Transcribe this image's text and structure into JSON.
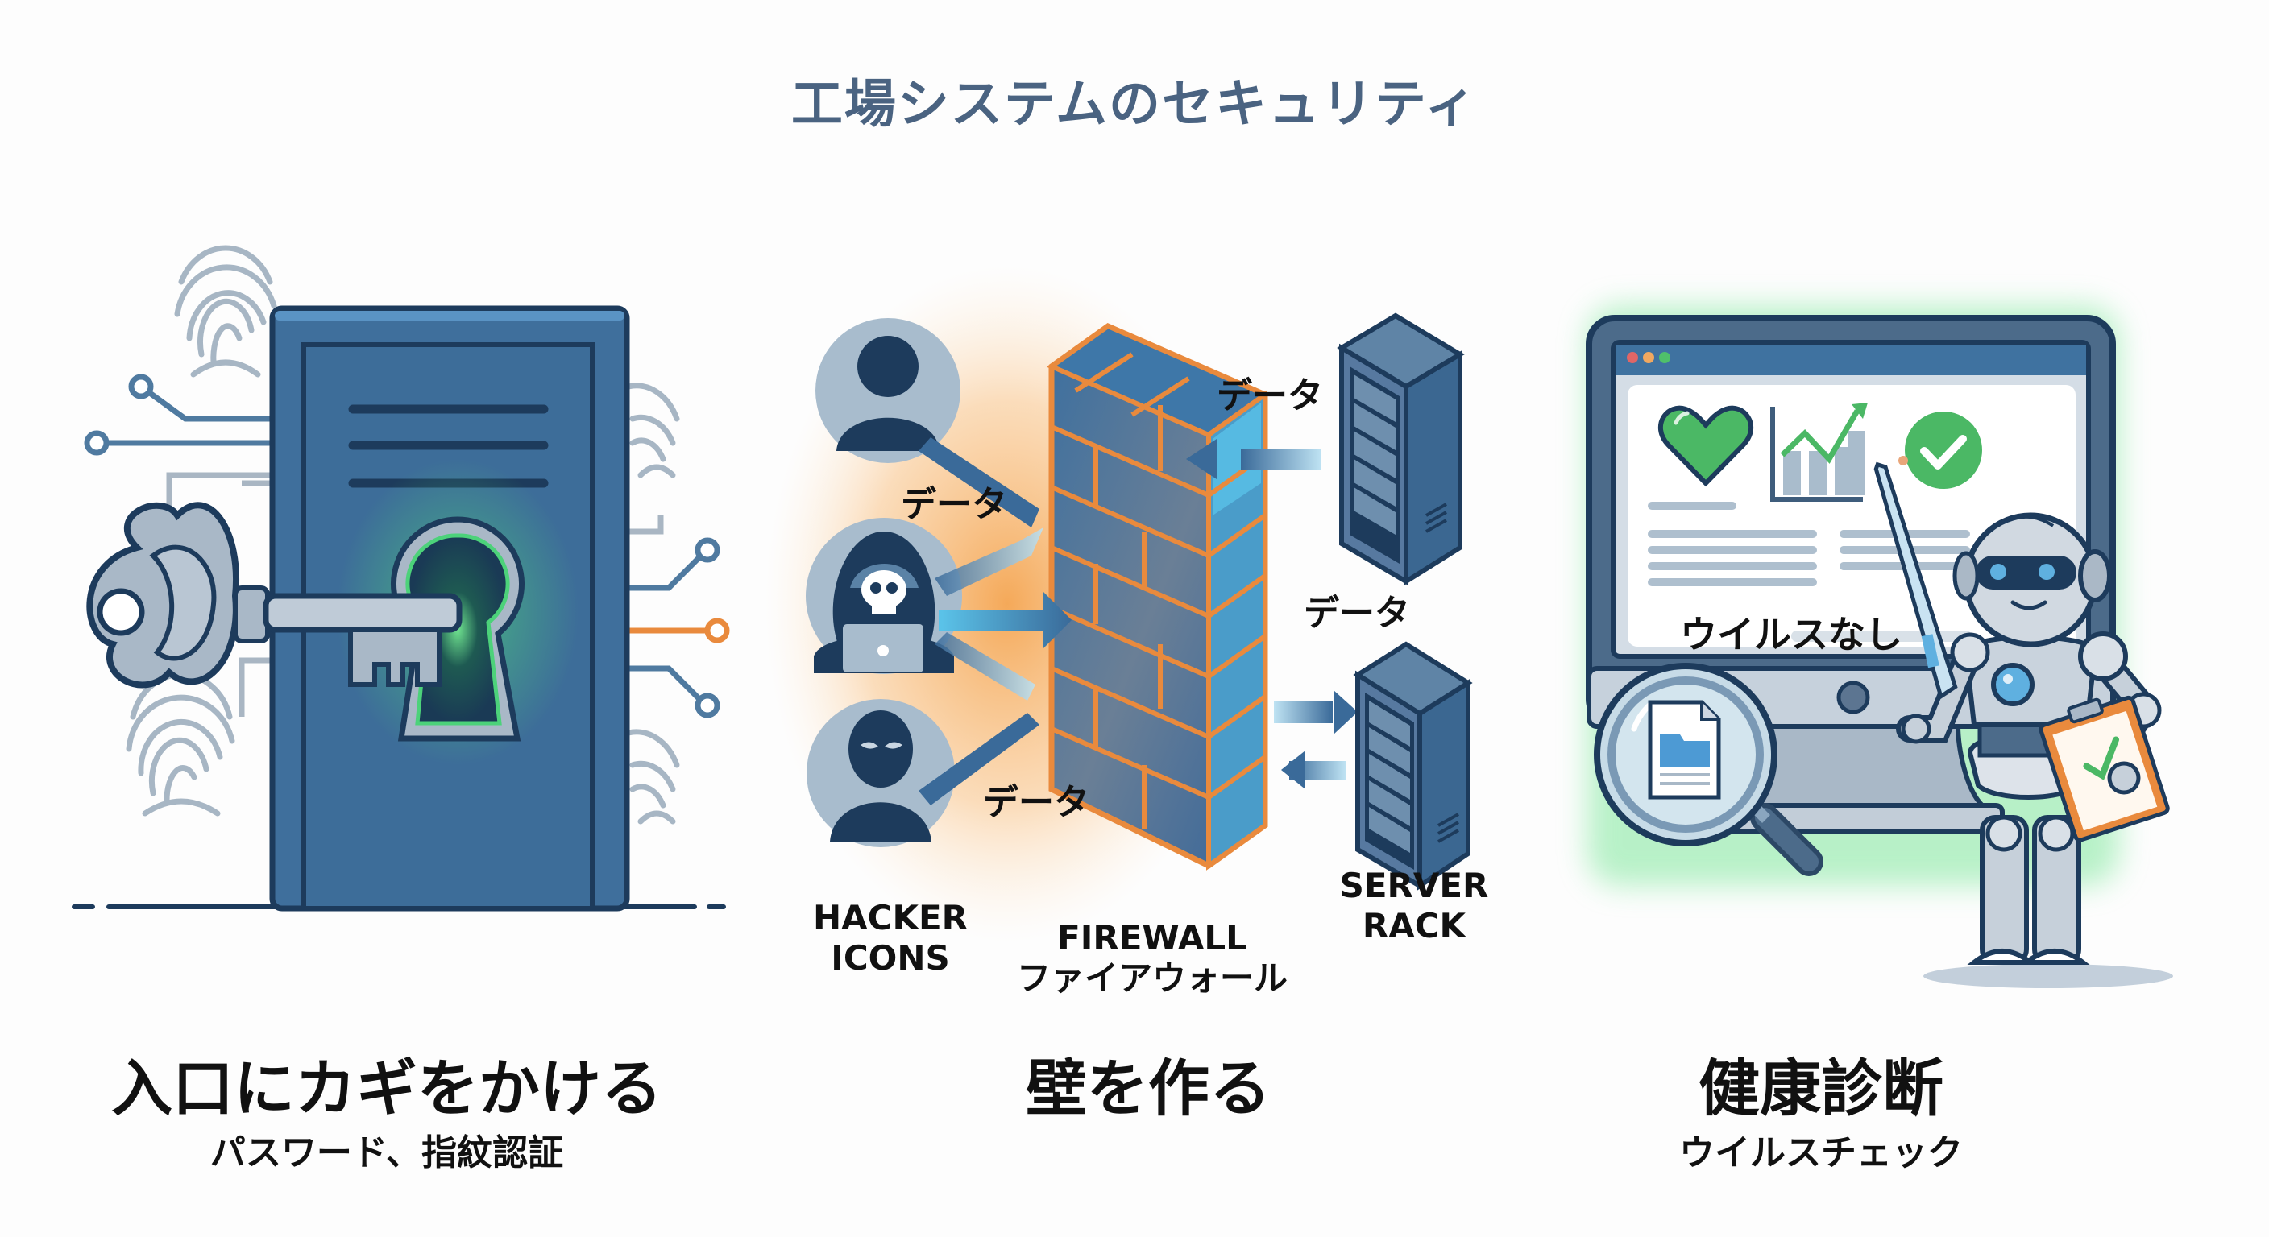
{
  "title": "工場システムのセキュリティ",
  "colors": {
    "navy": "#1d3b5c",
    "door_blue": "#3f6f9c",
    "steel": "#a9b8c7",
    "green_glow": "#4cd27a",
    "orange": "#e98a3d",
    "brick_blue": "#3c6f9f",
    "light_blue": "#5bc4ea",
    "text": "#111111",
    "title": "#4a6381"
  },
  "panels": [
    {
      "id": "lock",
      "heading": "入口にカギをかける",
      "subheading": "パスワード、指紋認証",
      "icons": [
        "door-icon",
        "key-icon",
        "keyhole-icon",
        "fingerprint-icon",
        "circuit-trace-icon"
      ]
    },
    {
      "id": "firewall",
      "heading": "壁を作る",
      "subheading": "",
      "data_labels": [
        "データ",
        "データ",
        "データ",
        "データ"
      ],
      "captions": {
        "hackers": [
          "HACKER",
          "ICONS"
        ],
        "firewall": [
          "FIREWALL",
          "ファイアウォール"
        ],
        "server": [
          "SERVER",
          "RACK"
        ]
      },
      "icons": [
        "user-silhouette-icon",
        "skull-hacker-icon",
        "masked-hacker-icon",
        "brick-wall-icon",
        "server-rack-icon",
        "arrow-icon"
      ]
    },
    {
      "id": "health",
      "heading": "健康診断",
      "subheading": "ウイルスチェック",
      "screen_text": "ウイルスなし",
      "window_dots": [
        "#e06666",
        "#f0a860",
        "#4fc06a"
      ],
      "icons": [
        "heart-icon",
        "chart-up-icon",
        "check-circle-icon",
        "magnifier-icon",
        "document-icon",
        "robot-icon",
        "clipboard-check-icon",
        "thermometer-icon"
      ]
    }
  ]
}
